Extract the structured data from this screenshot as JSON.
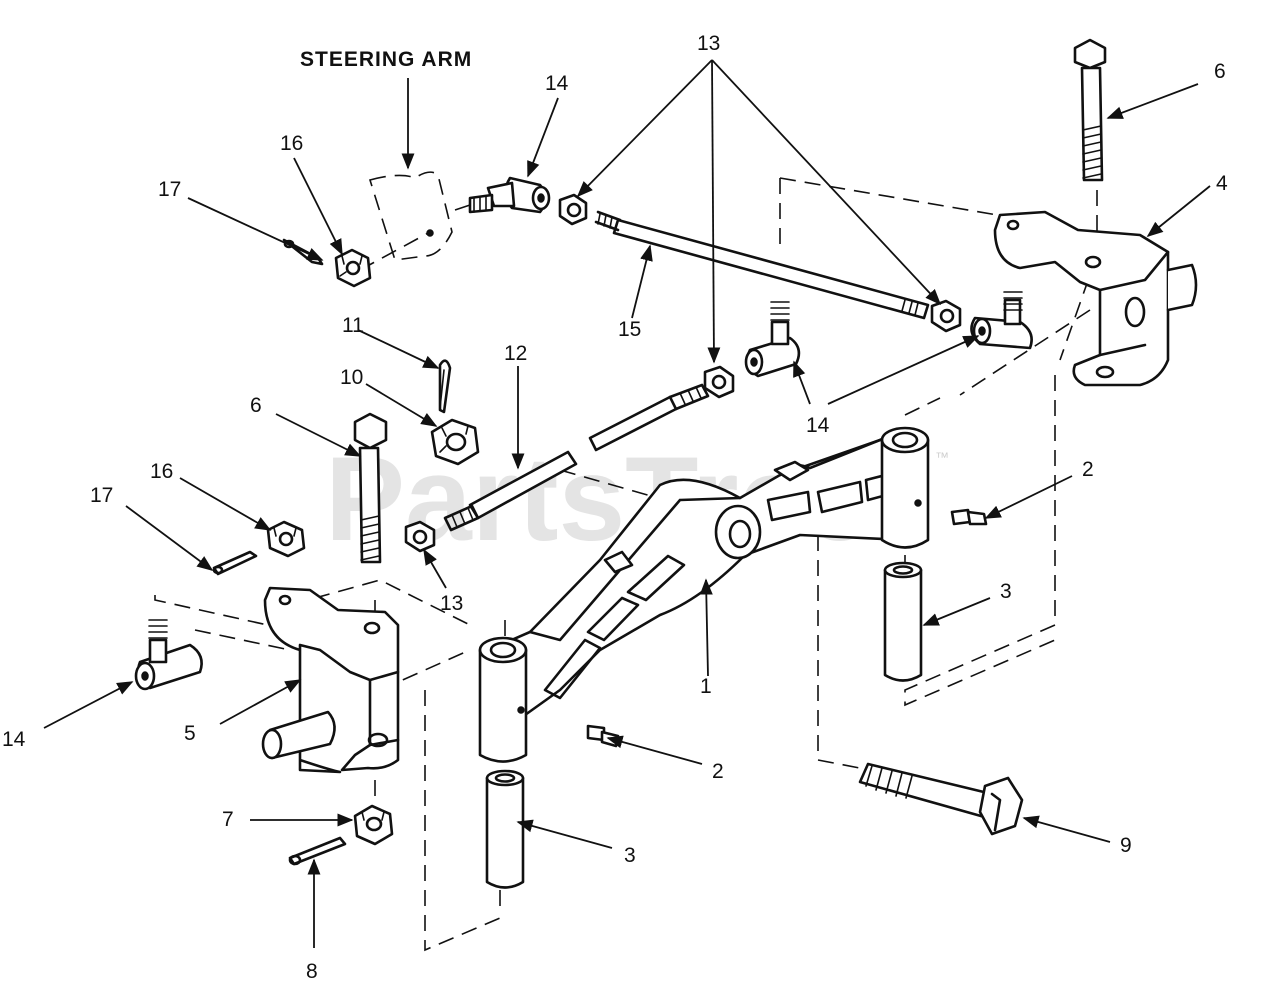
{
  "diagram": {
    "title": "STEERING ARM",
    "watermark": "PartsTree",
    "watermark_mark": "™",
    "callouts": {
      "c13_top": "13",
      "c14_top": "14",
      "c16_top": "16",
      "c17_top": "17",
      "c6_right": "6",
      "c4": "4",
      "c11": "11",
      "c12": "12",
      "c10": "10",
      "c15": "15",
      "c6_left": "6",
      "c14_mid": "14",
      "c16_left": "16",
      "c17_left": "17",
      "c2_right": "2",
      "c13_mid": "13",
      "c3_right": "3",
      "c1": "1",
      "c14_left": "14",
      "c5": "5",
      "c2_low": "2",
      "c7": "7",
      "c3_low": "3",
      "c9": "9",
      "c8": "8"
    }
  }
}
